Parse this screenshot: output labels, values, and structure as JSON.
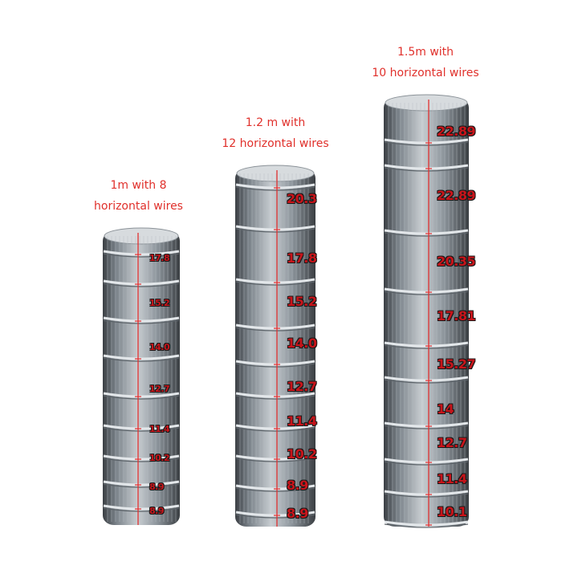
{
  "rolls": [
    {
      "caption_line1": "1m with 8",
      "caption_line2": "horizontal wires",
      "spacings": [
        "17.8",
        "15.2",
        "14.0",
        "12.7",
        "11.4",
        "10.2",
        "8.9",
        "8.9"
      ]
    },
    {
      "caption_line1": "1.2 m with",
      "caption_line2": "12 horizontal wires",
      "spacings": [
        "20.3",
        "17.8",
        "15.2",
        "14.0",
        "12.7",
        "11.4",
        "10.2",
        "8.9",
        "8.9"
      ]
    },
    {
      "caption_line1": "1.5m with",
      "caption_line2": "10 horizontal wires",
      "spacings": [
        "22.89",
        "22.89",
        "20.35",
        "17.81",
        "15.27",
        "14",
        "12.7",
        "11.4",
        "10.1"
      ]
    }
  ],
  "colors": {
    "caption": "#e0302b",
    "label": "#c8141a",
    "measure_line": "#e03030",
    "wire": "#9aa3ab"
  }
}
